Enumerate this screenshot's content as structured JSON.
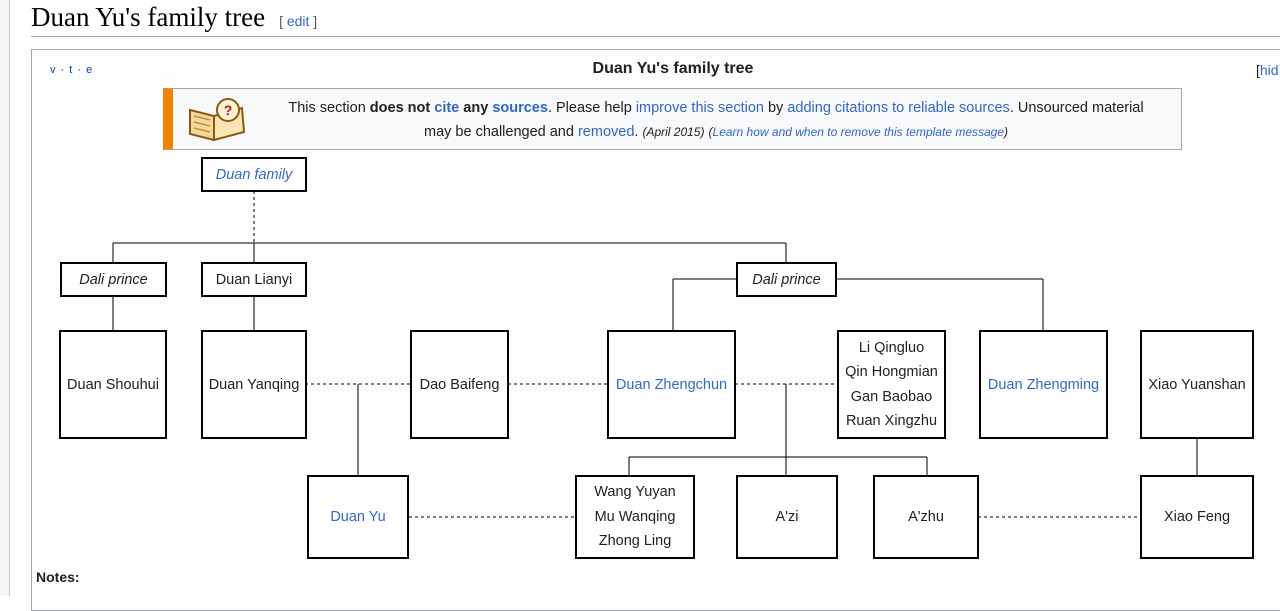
{
  "section": {
    "title": "Duan Yu's family tree",
    "edit_label": "edit"
  },
  "navbox": {
    "vte": [
      "v",
      "t",
      "e"
    ],
    "title": "Duan Yu's family tree",
    "hide_label": "hid"
  },
  "ambox": {
    "icon": "book-question-icon",
    "accent_color": "#f28500",
    "line1_pre": "This section",
    "line1_bold": "does not",
    "line1_cite": "cite",
    "line1_bold2": "any",
    "line1_sources": "sources",
    "line1_mid": ". Please help",
    "line1_improve": "improve this section",
    "line1_by": "by",
    "line1_adding": "adding citations to reliable sources",
    "line1_post": ". Unsourced material",
    "line2_pre": "may be challenged and",
    "line2_removed": "removed",
    "line2_date": "(April 2015)",
    "line2_learn": "Learn how and when to remove this template message"
  },
  "tree": {
    "duan_family": "Duan family",
    "dali_prince_1": "Dali prince",
    "duan_lianyi": "Duan Lianyi",
    "dali_prince_2": "Dali prince",
    "duan_shouhui": "Duan Shouhui",
    "duan_yanqing": "Duan Yanqing",
    "dao_baifeng": "Dao Baifeng",
    "duan_zhengchun": "Duan Zhengchun",
    "lovers": [
      "Li Qingluo",
      "Qin Hongmian",
      "Gan Baobao",
      "Ruan Xingzhu"
    ],
    "duan_zhengming": "Duan Zhengming",
    "xiao_yuanshan": "Xiao Yuanshan",
    "duan_yu": "Duan Yu",
    "daughters": [
      "Wang Yuyan",
      "Mu Wanqing",
      "Zhong Ling"
    ],
    "azi": "A'zi",
    "azhu": "A'zhu",
    "xiao_feng": "Xiao Feng"
  },
  "notes_label": "Notes:"
}
